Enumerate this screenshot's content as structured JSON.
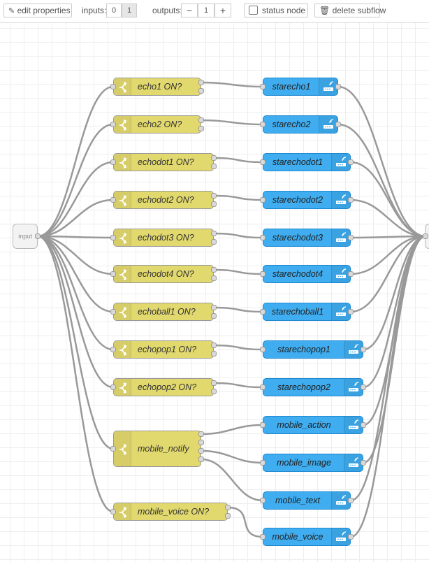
{
  "toolbar": {
    "edit_properties": "edit properties",
    "inputs_label": "inputs:",
    "inputs_options": [
      "0",
      "1"
    ],
    "outputs_label": "outputs:",
    "outputs_minus": "−",
    "outputs_value": "1",
    "outputs_plus": "+",
    "status_node": "status node",
    "delete_subflow": "delete subflow"
  },
  "input_node": {
    "label": "input"
  },
  "switch_nodes": [
    {
      "label": "echo1 ON?"
    },
    {
      "label": "echo2 ON?"
    },
    {
      "label": "echodot1 ON?"
    },
    {
      "label": "echodot2 ON?"
    },
    {
      "label": "echodot3 ON?"
    },
    {
      "label": "echodot4 ON?"
    },
    {
      "label": "echoball1 ON?"
    },
    {
      "label": "echopop1 ON?"
    },
    {
      "label": "echopop2 ON?"
    },
    {
      "label": "mobile_notify"
    },
    {
      "label": "mobile_voice ON?"
    }
  ],
  "action_nodes": [
    {
      "label": "starecho1"
    },
    {
      "label": "starecho2"
    },
    {
      "label": "starechodot1"
    },
    {
      "label": "starechodot2"
    },
    {
      "label": "starechodot3"
    },
    {
      "label": "starechodot4"
    },
    {
      "label": "starechoball1"
    },
    {
      "label": "starechopop1"
    },
    {
      "label": "starechopop2"
    },
    {
      "label": "mobile_action"
    },
    {
      "label": "mobile_image"
    },
    {
      "label": "mobile_text"
    },
    {
      "label": "mobile_voice"
    }
  ],
  "colors": {
    "switch_node": "#e2d96e",
    "action_node": "#3fadf0",
    "wire": "#999999",
    "grid": "#eeeeee"
  },
  "icons": {
    "switch": "switch-icon",
    "action": "alexa-device-icon",
    "edit": "pencil-icon",
    "delete": "trash-icon"
  }
}
